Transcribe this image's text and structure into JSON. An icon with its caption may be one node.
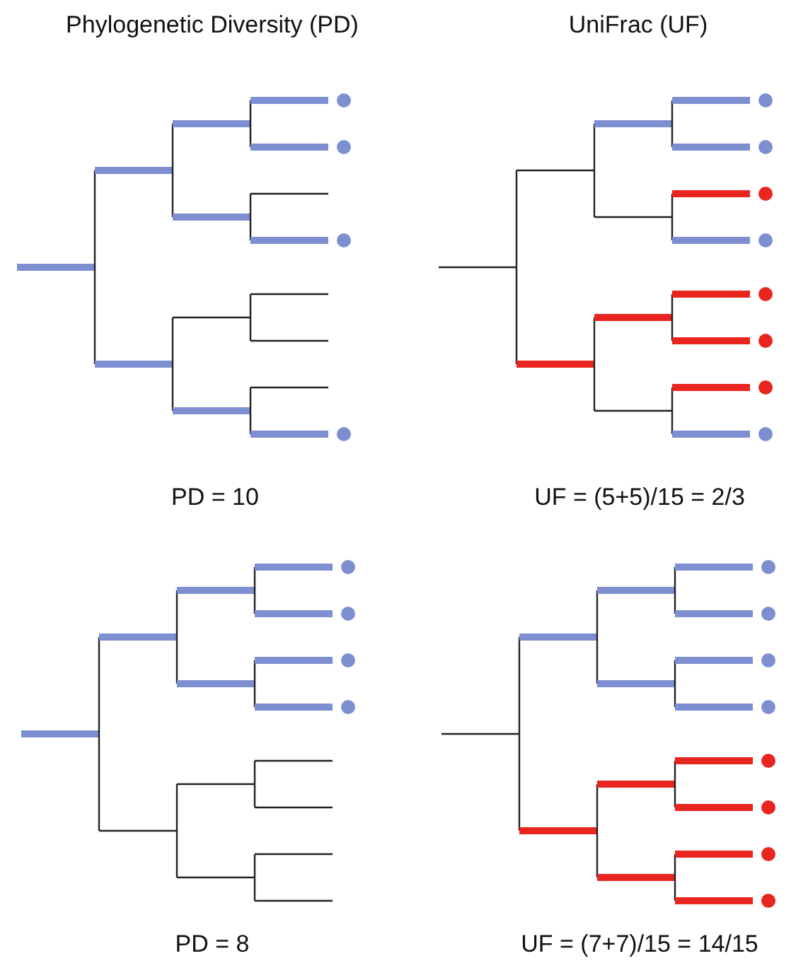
{
  "diagram": {
    "labels": [
      "Phylogenetic Diversity (PD)",
      "UniFrac (UF)",
      "PD = 10",
      "UF = (5+5)/15 = 2/3",
      "PD = 8",
      "UF = (7+7)/15 = 14/15"
    ]
  }
}
